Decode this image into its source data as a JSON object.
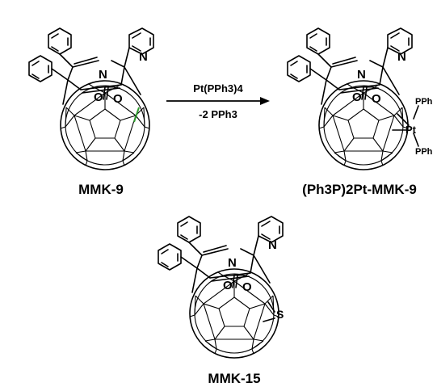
{
  "colors": {
    "nitrogen": "#1a2cff",
    "oxygen": "#ff1a1a",
    "phosphorus": "#cc00cc",
    "platinum": "#990099",
    "sulfur": "#cccc00",
    "green_bond": "#2e9b2e"
  },
  "reaction": {
    "reagent": "Pt(PPh3)4",
    "byproduct": "-2 PPh3"
  },
  "atoms": {
    "N": "N",
    "O": "O",
    "Pt": "Pt",
    "S": "S",
    "PPh": "PPh"
  },
  "compounds": [
    {
      "label": "MMK-9"
    },
    {
      "label": "(Ph3P)2Pt-MMK-9"
    },
    {
      "label": "MMK-15"
    }
  ]
}
